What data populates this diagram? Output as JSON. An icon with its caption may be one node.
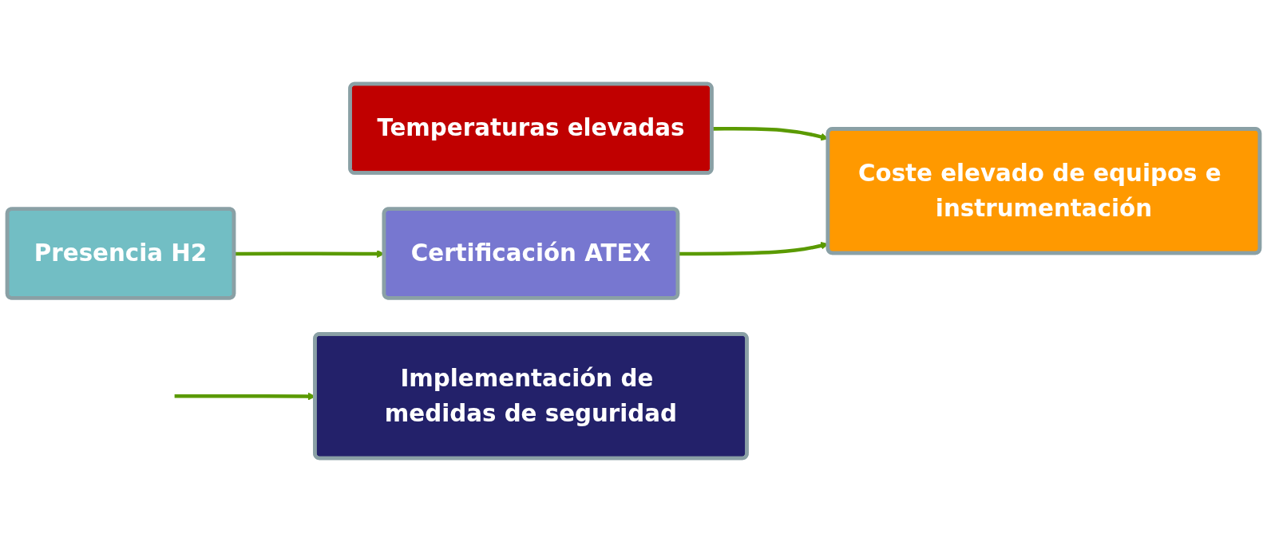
{
  "diagram": {
    "nodes": [
      {
        "text": [
          "Temperaturas elevadas"
        ]
      },
      {
        "text": [
          "Coste elevado de equipos e instrumentación"
        ]
      },
      {
        "text": [
          "Presencia H2"
        ]
      },
      {
        "text": [
          "Certificación ATEX"
        ]
      },
      {
        "text": [
          "Implementación de medidas de seguridad"
        ]
      }
    ],
    "edges": [
      {
        "from": 0,
        "to": 1,
        "arrow": "to"
      },
      {
        "from": 2,
        "to": 3,
        "arrow": "to"
      },
      {
        "from": null,
        "to": 4,
        "arrow": "to"
      },
      {
        "from": 3,
        "to": 1,
        "arrow": "to"
      }
    ]
  }
}
